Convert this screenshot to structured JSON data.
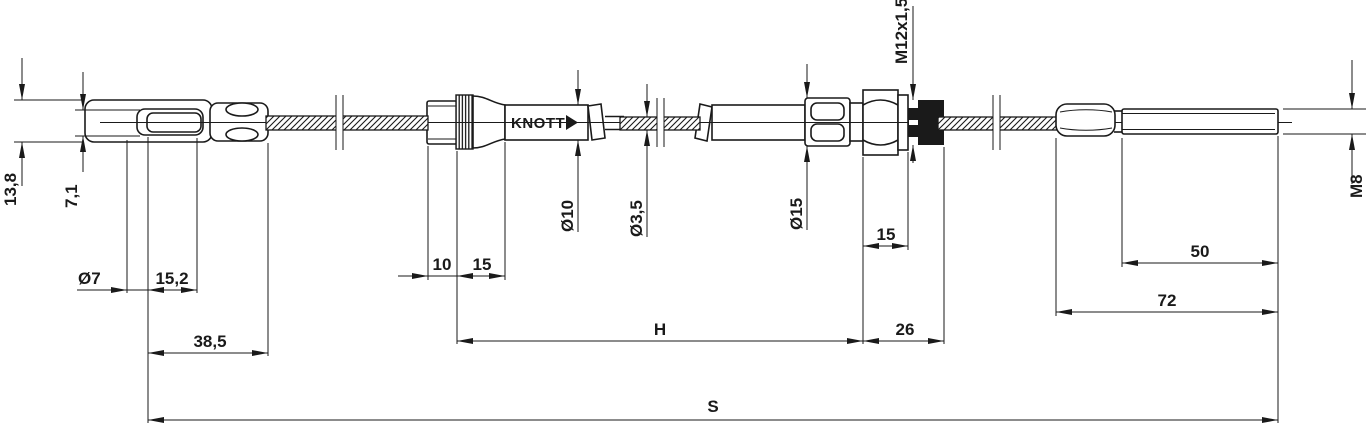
{
  "colors": {
    "line": "#1a1a1a",
    "background": "#ffffff"
  },
  "brand": {
    "logo_text": "KNOTT"
  },
  "dimensions": {
    "eyelet_outer_height": "13,8",
    "eyelet_slot_height": "7,1",
    "eyelet_hole_diameter": "Ø7",
    "eyelet_slot_length": "15,2",
    "eyelet_length": "38,5",
    "adjuster_cap_length": "10",
    "adjuster_cone_length": "15",
    "conduit_diameter": "Ø10",
    "inner_cable_diameter": "Ø3,5",
    "abutment_diameter": "Ø15",
    "mount_thread": "M12x1,5",
    "hex_washer_length": "15",
    "mount_section_length": "26",
    "conduit_length": "H",
    "thread_length": "50",
    "rod_end_length": "72",
    "rod_thread": "M8",
    "overall_length": "S"
  }
}
